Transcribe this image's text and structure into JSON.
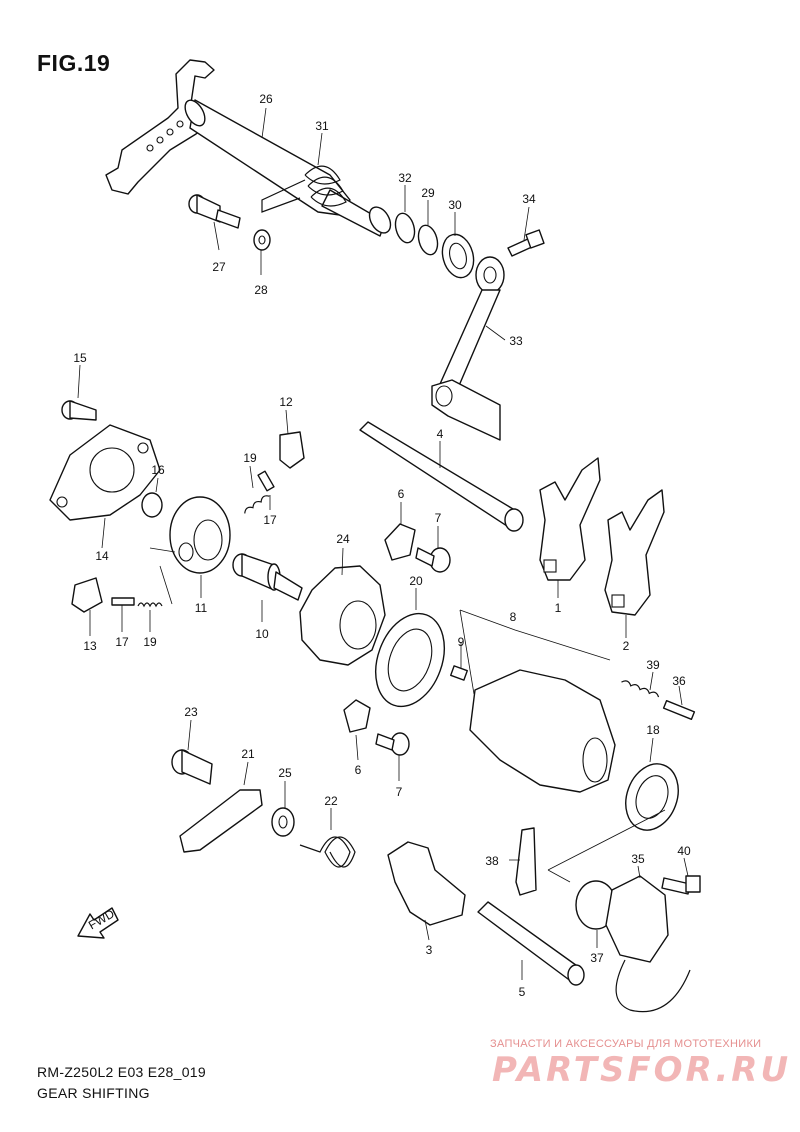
{
  "figure": {
    "title": "FIG.19",
    "code": "RM-Z250L2 E03 E28_019",
    "name": "GEAR SHIFTING"
  },
  "direction_label": "FWD",
  "watermark": {
    "small": "ЗАПЧАСТИ И АКСЕССУАРЫ ДЛЯ МОТОТЕХНИКИ",
    "big": "PARTSFOR.RU"
  },
  "callouts": [
    "26",
    "31",
    "32",
    "29",
    "30",
    "34",
    "27",
    "28",
    "33",
    "15",
    "12",
    "4",
    "16",
    "19",
    "17",
    "14",
    "11",
    "13",
    "17",
    "19",
    "10",
    "24",
    "6",
    "7",
    "20",
    "1",
    "2",
    "8",
    "9",
    "39",
    "36",
    "18",
    "23",
    "21",
    "25",
    "22",
    "6",
    "7",
    "38",
    "35",
    "40",
    "3",
    "37",
    "5"
  ]
}
